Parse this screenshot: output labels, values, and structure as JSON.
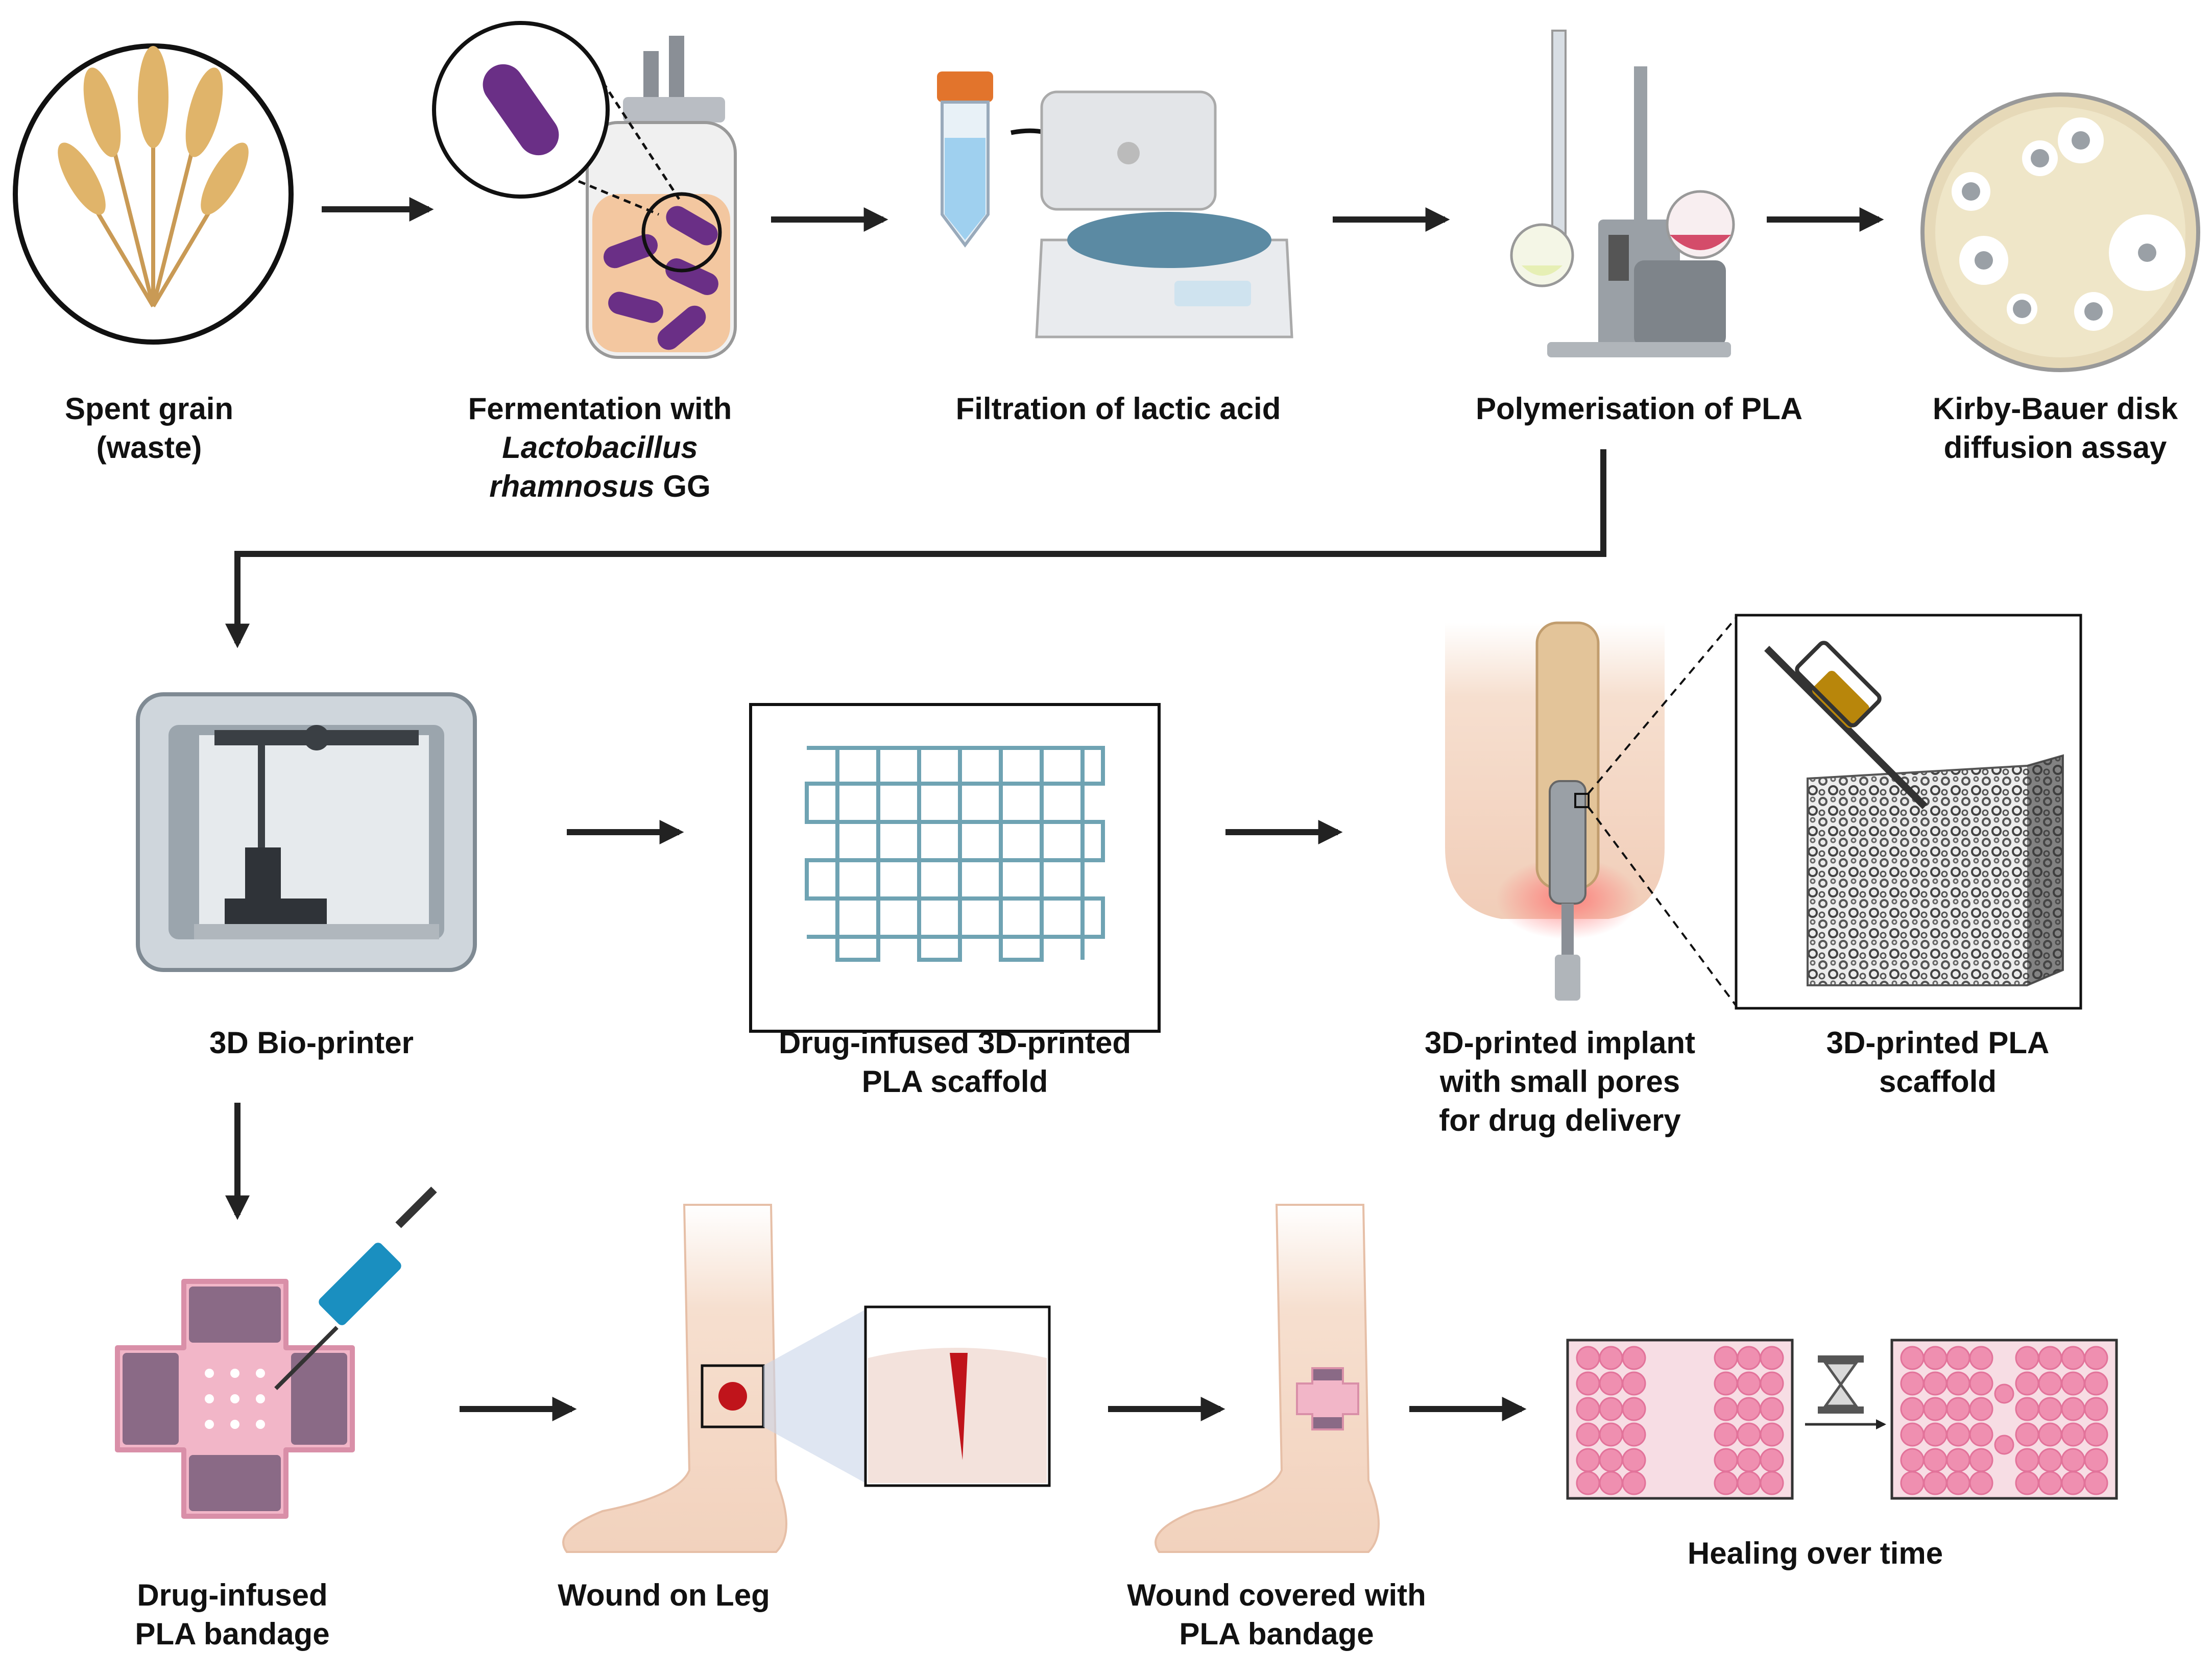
{
  "steps": {
    "spent_grain": {
      "line1": "Spent grain",
      "line2": "(waste)"
    },
    "fermentation": {
      "line1": "Fermentation with",
      "line2": "Lactobacillus",
      "line3_italic": "rhamnosus",
      "line3_rest": " GG"
    },
    "filtration": {
      "line1": "Filtration of lactic acid"
    },
    "polymerisation": {
      "line1": "Polymerisation of PLA"
    },
    "kirby_bauer": {
      "line1": "Kirby-Bauer disk",
      "line2": "diffusion assay"
    },
    "bioprinter": {
      "line1": "3D Bio-printer"
    },
    "scaffold_grid": {
      "line1": "Drug-infused 3D-printed",
      "line2": "PLA scaffold"
    },
    "implant": {
      "line1": "3D-printed implant",
      "line2": "with small pores",
      "line3": "for drug delivery"
    },
    "pla_scaffold": {
      "line1": "3D-printed PLA",
      "line2": "scaffold"
    },
    "bandage": {
      "line1": "Drug-infused",
      "line2": "PLA bandage"
    },
    "wound": {
      "line1": "Wound on Leg"
    },
    "covered": {
      "line1": "Wound covered with",
      "line2": "PLA bandage"
    },
    "healing": {
      "line1": "Healing over time"
    }
  },
  "colors": {
    "arrow": "#222222",
    "bacteria": "#6a2f86",
    "skin": "#f3d9c6",
    "bandage": "#f2b6c8",
    "scaffold": "#6fa3b3",
    "cells": "#ef8fb0",
    "blood": "#c0141b"
  }
}
